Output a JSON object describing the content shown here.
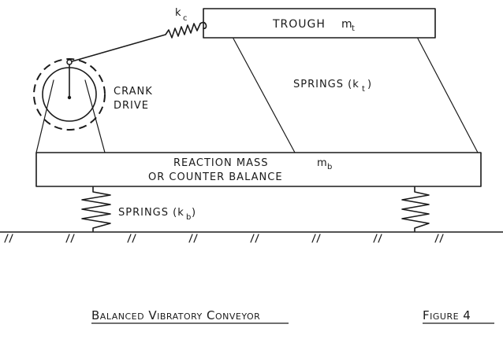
{
  "diagram": {
    "trough_label": "TROUGH",
    "trough_mass": "m",
    "trough_mass_sub": "t",
    "kc_symbol": "k",
    "kc_sub": "c",
    "springs_top_label": "SPRINGS (k",
    "springs_top_sub": "t",
    "springs_top_close": ")",
    "crank_line1": "CRANK",
    "crank_line2": "DRIVE",
    "reaction_line1": "REACTION MASS",
    "reaction_mass": "m",
    "reaction_mass_sub": "b",
    "reaction_line2": "OR COUNTER BALANCE",
    "springs_bottom_label": "SPRINGS (k",
    "springs_bottom_sub": "b",
    "springs_bottom_close": ")"
  },
  "caption": {
    "title": "Balanced Vibratory Conveyor",
    "figure": "Figure 4"
  }
}
